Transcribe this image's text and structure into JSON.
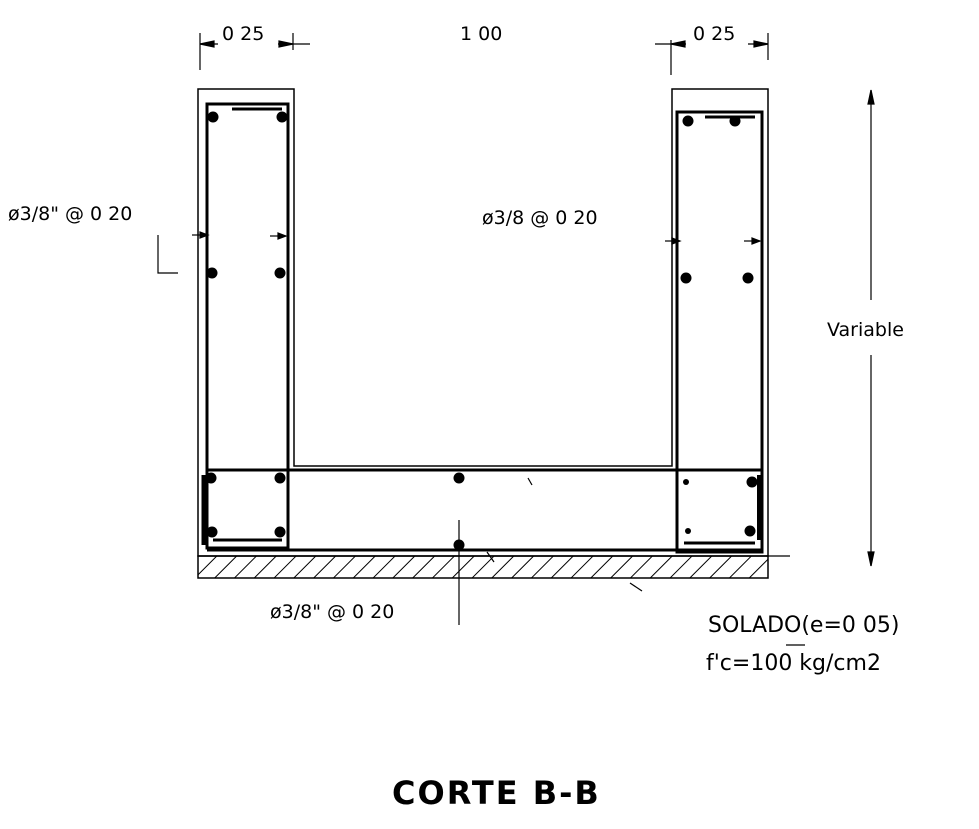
{
  "dimensions": {
    "left_wall": "0 25",
    "span": "1 00",
    "right_wall": "0 25",
    "height": "Variable"
  },
  "rebar": {
    "left_wall": "ø3/8\" @ 0 20",
    "right_wall": "ø3/8  @ 0 20",
    "base": "ø3/8\" @ 0 20"
  },
  "solado": {
    "line1": "SOLADO(e=0 05)",
    "line2": "f'c=100  kg/cm2"
  },
  "title": "CORTE B-B"
}
